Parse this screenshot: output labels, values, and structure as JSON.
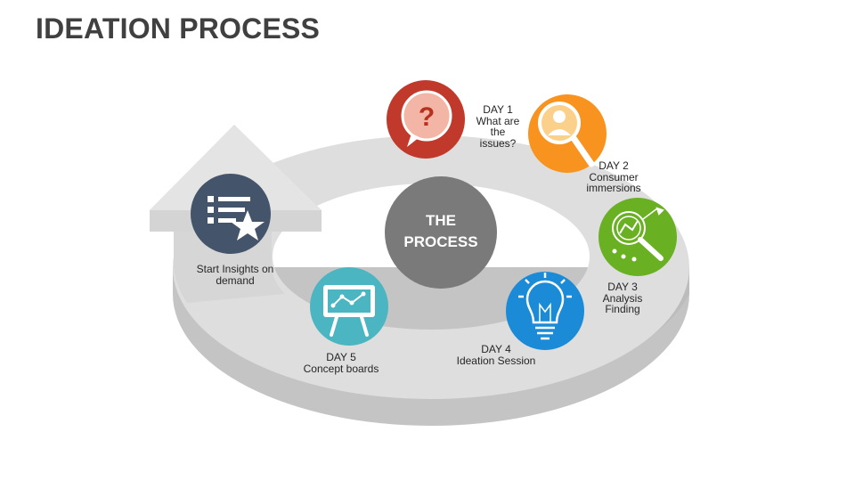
{
  "title": "IDEATION PROCESS",
  "center": {
    "line1": "THE",
    "line2": "PROCESS",
    "color": "#7a7a7a"
  },
  "colors": {
    "ring_top": "#e0e0e0",
    "ring_side": "#c6c6c6",
    "arrow": "#d9d9d9"
  },
  "steps": [
    {
      "lines": [
        "Start Insights on",
        "demand"
      ],
      "color": "#44546a",
      "icon": "list-star-icon"
    },
    {
      "lines": [
        "DAY 1",
        "What are",
        "the",
        "issues?"
      ],
      "color": "#c0392b",
      "icon": "question-bubble-icon"
    },
    {
      "lines": [
        "DAY 2",
        "Consumer",
        "immersions"
      ],
      "color": "#f7931e",
      "icon": "magnifier-person-icon"
    },
    {
      "lines": [
        "DAY 3",
        "Analysis",
        "Finding"
      ],
      "color": "#6ab023",
      "icon": "analysis-magnifier-icon"
    },
    {
      "lines": [
        "DAY 4",
        "Ideation Session"
      ],
      "color": "#1b8bd8",
      "icon": "lightbulb-icon"
    },
    {
      "lines": [
        "DAY 5",
        "Concept boards"
      ],
      "color": "#4bb5c1",
      "icon": "presentation-board-icon"
    }
  ]
}
